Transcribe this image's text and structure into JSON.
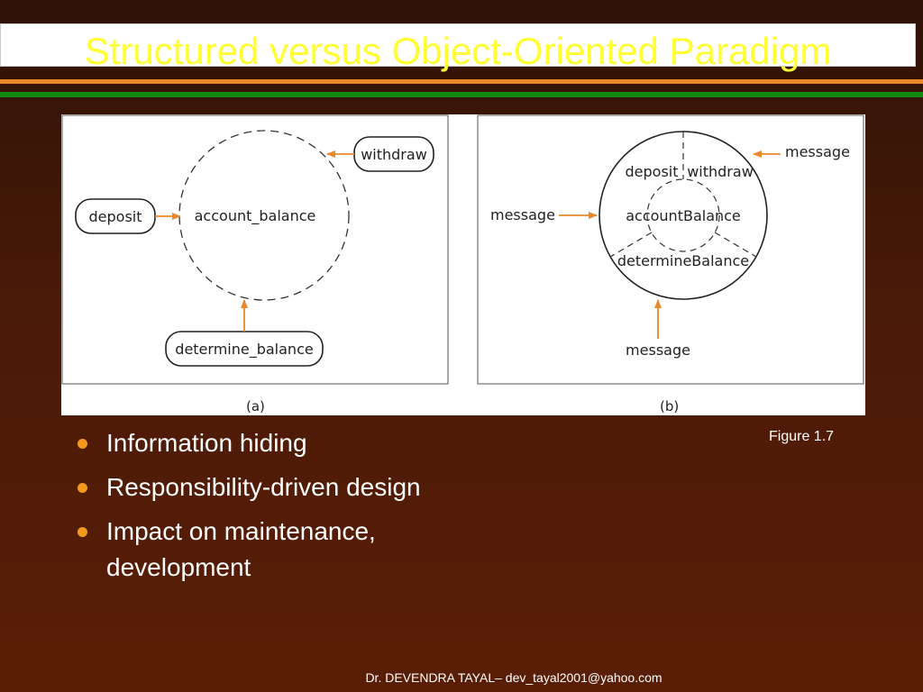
{
  "slide": {
    "title": "Structured versus Object-Oriented Paradigm",
    "figure_caption": "Figure 1.7",
    "footer": "Dr. DEVENDRA TAYAL– dev_tayal2001@yahoo.com"
  },
  "diagram_a": {
    "label": "(a)",
    "center": "account_balance",
    "deposit": "deposit",
    "withdraw": "withdraw",
    "determine": "determine_balance"
  },
  "diagram_b": {
    "label": "(b)",
    "center": "accountBalance",
    "deposit": "deposit",
    "withdraw": "withdraw",
    "determine": "determineBalance",
    "message_top": "message",
    "message_left": "message",
    "message_bottom": "message"
  },
  "colors": {
    "title": "#ffff33",
    "arrow": "#e8882a",
    "bullet": "#f39a1e",
    "rule_orange": "#e8882a",
    "rule_green": "#118811"
  },
  "bullets": [
    "Information hiding",
    "Responsibility-driven design",
    "Impact on maintenance,",
    "development"
  ]
}
